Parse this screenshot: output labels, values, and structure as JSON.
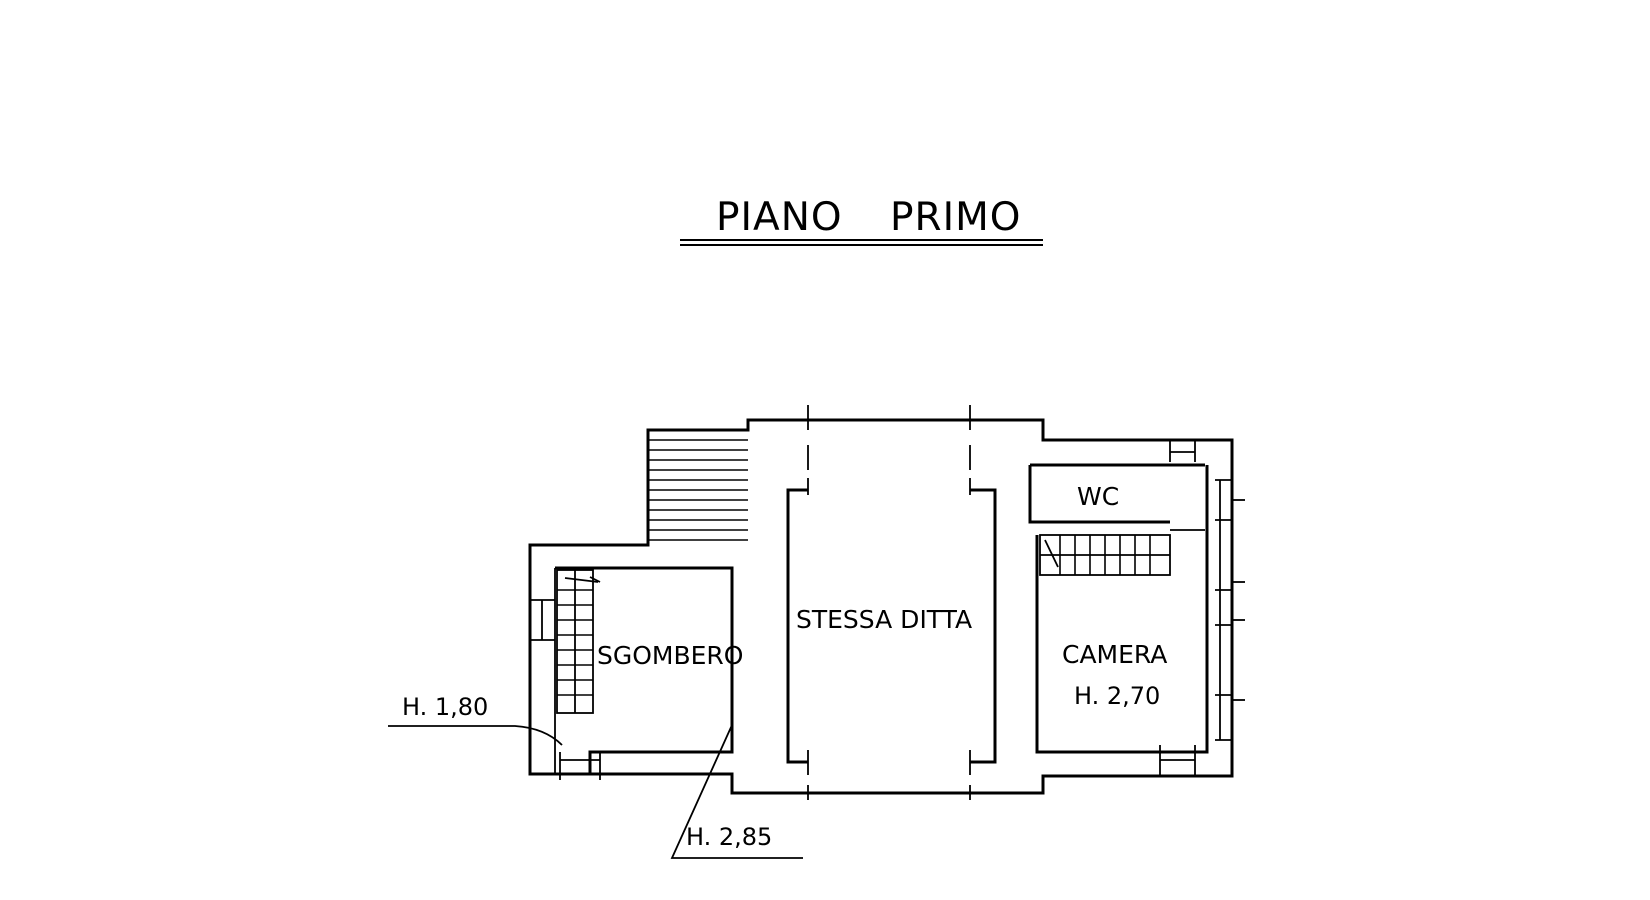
{
  "title": {
    "word1": "PIANO",
    "word2": "PRIMO"
  },
  "rooms": {
    "wc": "WC",
    "stessa_ditta": "STESSA DITTA",
    "sgombero": "SGOMBERO",
    "camera": "CAMERA",
    "camera_height": "H. 2,70"
  },
  "annotations": {
    "height_left": "H. 1,80",
    "height_bottom": "H. 2,85"
  }
}
